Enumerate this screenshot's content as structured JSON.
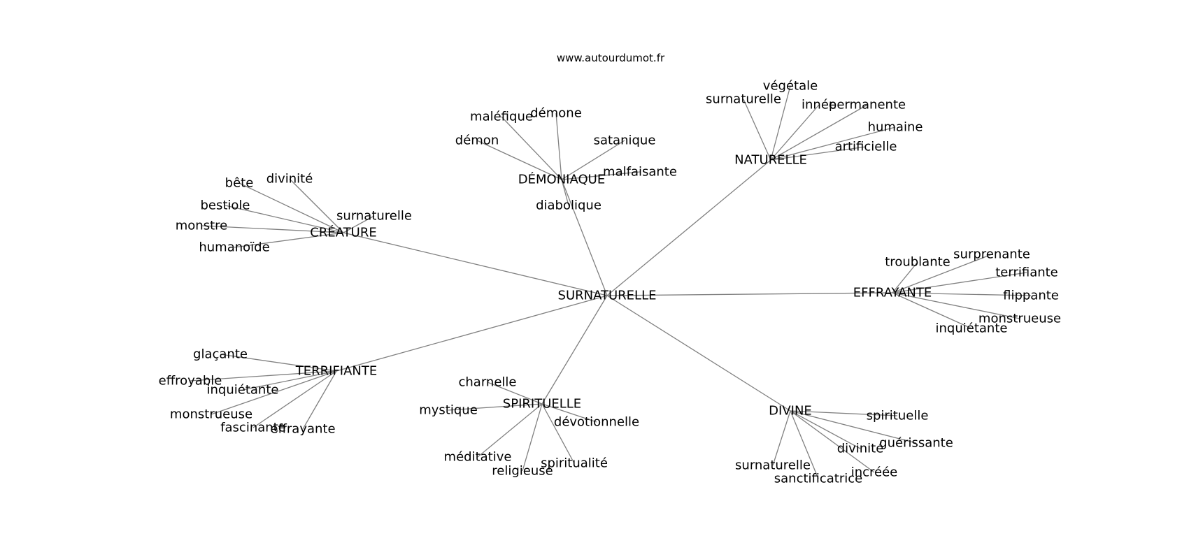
{
  "site": "www.autourdumot.fr",
  "center": "SURNATURELLE",
  "groups": [
    {
      "hub": "CRÉATURE",
      "leaves": [
        "bête",
        "divinité",
        "bestiole",
        "surnaturelle",
        "monstre",
        "humanoïde"
      ]
    },
    {
      "hub": "DÉMONIAQUE",
      "leaves": [
        "maléfique",
        "démone",
        "démon",
        "satanique",
        "malfaisante",
        "diabolique"
      ]
    },
    {
      "hub": "NATURELLE",
      "leaves": [
        "surnaturelle",
        "végétale",
        "innée",
        "permanente",
        "humaine",
        "artificielle"
      ]
    },
    {
      "hub": "EFFRAYANTE",
      "leaves": [
        "troublante",
        "surprenante",
        "terrifiante",
        "flippante",
        "monstrueuse",
        "inquiétante"
      ]
    },
    {
      "hub": "DIVINE",
      "leaves": [
        "spirituelle",
        "guérissante",
        "divinité",
        "incréée",
        "sanctificatrice",
        "surnaturelle"
      ]
    },
    {
      "hub": "SPIRITUELLE",
      "leaves": [
        "charnelle",
        "mystique",
        "dévotionnelle",
        "méditative",
        "spiritualité",
        "religieuse"
      ]
    },
    {
      "hub": "TERRIFIANTE",
      "leaves": [
        "glaçante",
        "effroyable",
        "inquiétante",
        "monstrueuse",
        "fascinante",
        "effrayante"
      ]
    }
  ]
}
